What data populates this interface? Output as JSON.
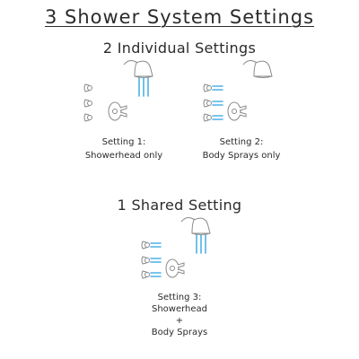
{
  "title": "3 Shower System Settings",
  "individual_heading": "2 Individual Settings",
  "shared_heading": "1 Shared Setting",
  "settings": [
    {
      "caption": [
        "Setting 1:",
        "Showerhead only"
      ],
      "showerhead_on": true,
      "body_sprays_on": false
    },
    {
      "caption": [
        "Setting 2:",
        "Body Sprays only"
      ],
      "showerhead_on": false,
      "body_sprays_on": true
    },
    {
      "caption": [
        "Setting 3:",
        "Showerhead",
        "+",
        "Body Sprays"
      ],
      "showerhead_on": true,
      "body_sprays_on": true
    }
  ],
  "colors": {
    "water": "#4fb1e6",
    "fixture": "#8a8a8a",
    "text": "#2b2b2b"
  }
}
